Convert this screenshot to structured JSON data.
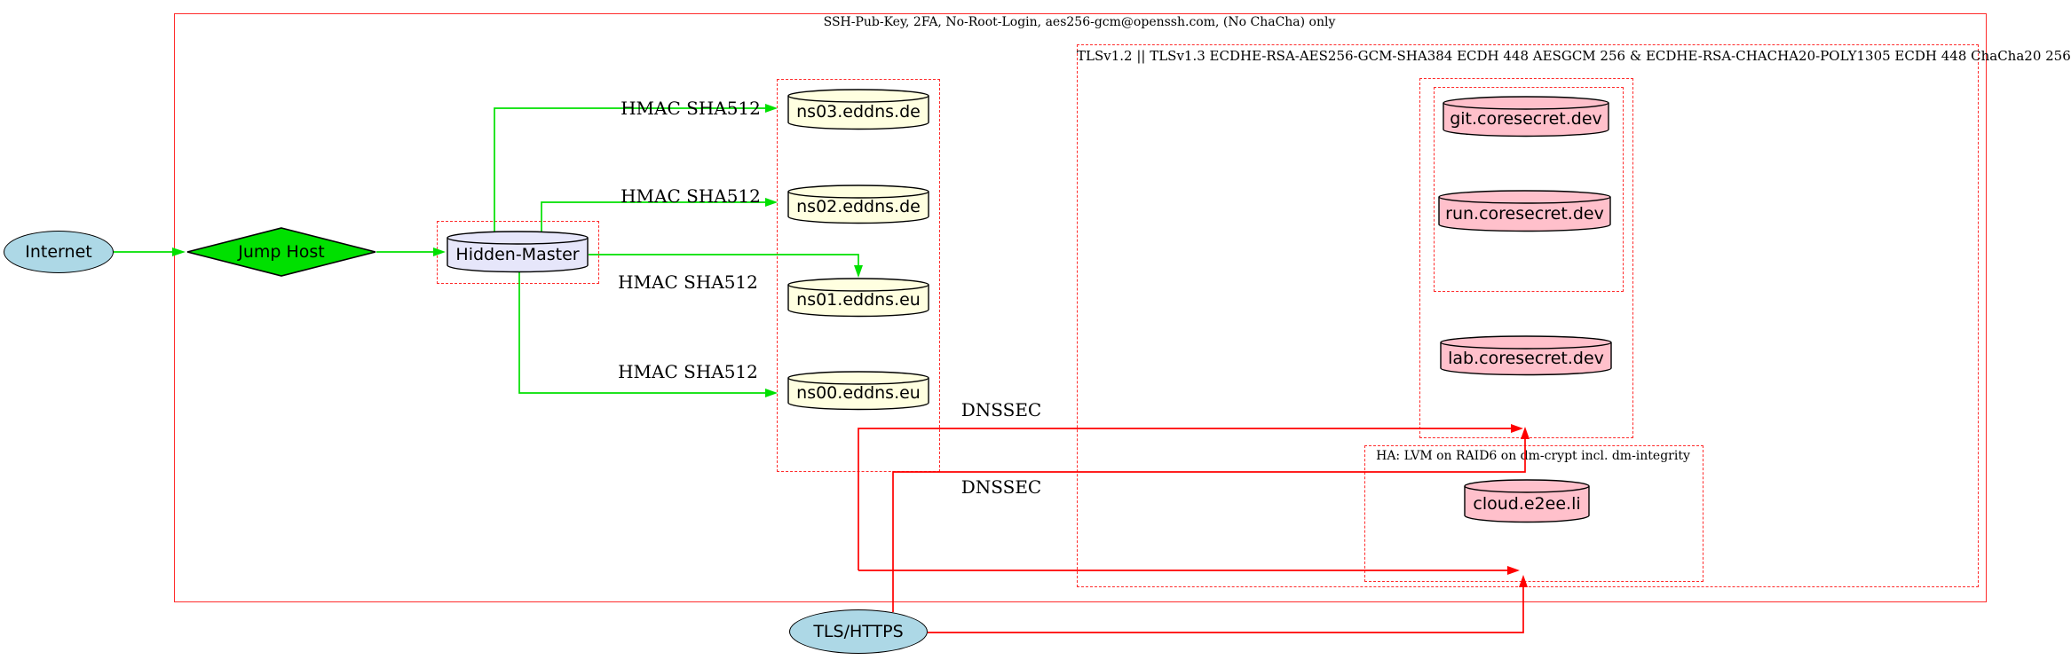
{
  "diagram": {
    "clusters": {
      "ssh": {
        "label": "SSH-Pub-Key, 2FA, No-Root-Login, aes256-gcm@openssh.com, (No ChaCha) only"
      },
      "tls": {
        "label": "TLSv1.2 || TLSv1.3 ECDHE-RSA-AES256-GCM-SHA384 ECDH 448 AESGCM 256 & ECDHE-RSA-CHACHA20-POLY1305 ECDH 448 ChaCha20 256"
      },
      "ha": {
        "label": "HA: LVM on RAID6 on dm-crypt incl. dm-integrity"
      }
    },
    "nodes": {
      "internet": {
        "label": "Internet"
      },
      "jump_host": {
        "label": "Jump Host"
      },
      "hidden_master": {
        "label": "Hidden-Master"
      },
      "ns03": {
        "label": "ns03.eddns.de"
      },
      "ns02": {
        "label": "ns02.eddns.de"
      },
      "ns01": {
        "label": "ns01.eddns.eu"
      },
      "ns00": {
        "label": "ns00.eddns.eu"
      },
      "git": {
        "label": "git.coresecret.dev"
      },
      "run": {
        "label": "run.coresecret.dev"
      },
      "lab": {
        "label": "lab.coresecret.dev"
      },
      "cloud": {
        "label": "cloud.e2ee.li"
      },
      "tls_https": {
        "label": "TLS/HTTPS"
      }
    },
    "edge_labels": {
      "hmac": "HMAC SHA512",
      "dnssec": "DNSSEC"
    },
    "colors": {
      "arrow_green": "#00e000",
      "arrow_red": "#ff0000",
      "box_red": "#ff2b2b",
      "node_blue": "#add8e6",
      "node_green": "#00e000",
      "node_lavender": "#e6e6fa",
      "node_yellow": "#ffffe0",
      "node_pink": "#ffc0cb",
      "text": "#000000"
    }
  }
}
